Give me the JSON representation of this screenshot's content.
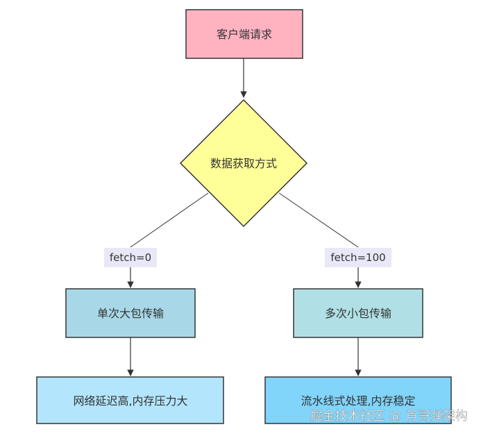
{
  "nodes": {
    "start": {
      "label": "客户端请求",
      "fill": "#ffb3c1"
    },
    "decision": {
      "label": "数据获取方式",
      "fill": "#ffff99"
    },
    "left": {
      "label": "单次大包传输",
      "fill": "#a8d8e8"
    },
    "right": {
      "label": "多次小包传输",
      "fill": "#b0e0e6"
    },
    "left_result": {
      "label": "网络延迟高,内存压力大",
      "fill": "#b3e5fc"
    },
    "right_result": {
      "label": "流水线式处理,内存稳定",
      "fill": "#81d4fa"
    }
  },
  "edges": {
    "left_label": "fetch=0",
    "right_label": "fetch=100"
  },
  "watermark": "掘金技术社区 @ 肖哥弹架构",
  "colors": {
    "stroke": "#333333",
    "edge_label_bg": "#e8e8f8"
  }
}
